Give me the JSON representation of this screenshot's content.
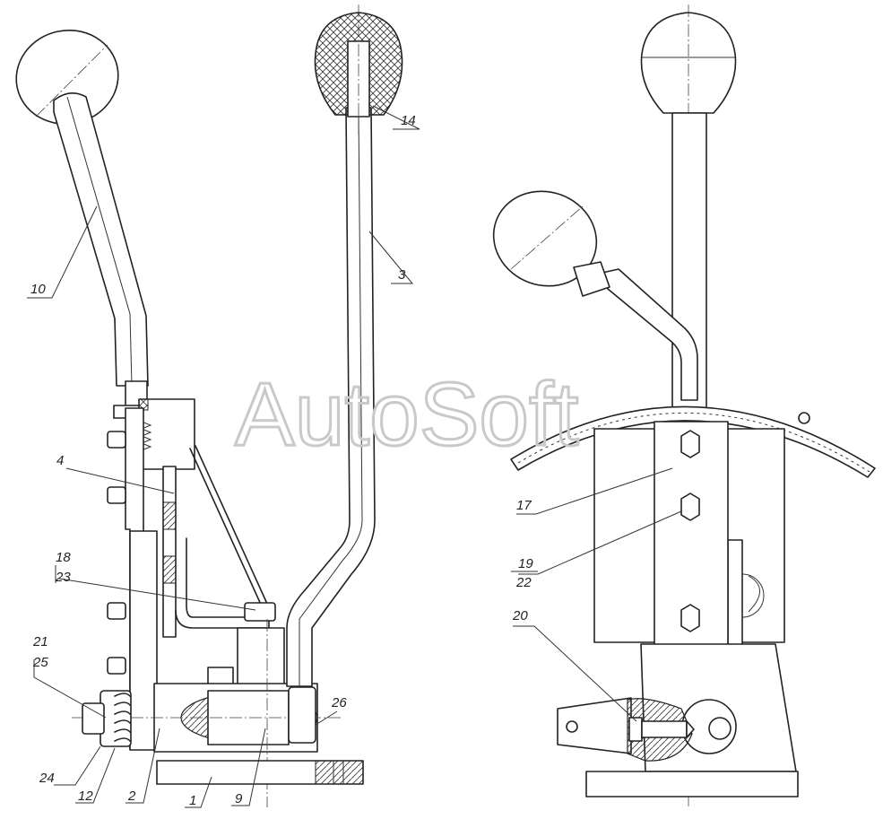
{
  "watermark": "AutoSoft",
  "callouts": {
    "c10": "10",
    "c14": "14",
    "c3": "3",
    "c4": "4",
    "c18": "18",
    "c23": "23",
    "c21": "21",
    "c25": "25",
    "c26": "26",
    "c24": "24",
    "c12": "12",
    "c2": "2",
    "c1": "1",
    "c9": "9",
    "c17": "17",
    "c19": "19",
    "c22": "22",
    "c20": "20"
  }
}
